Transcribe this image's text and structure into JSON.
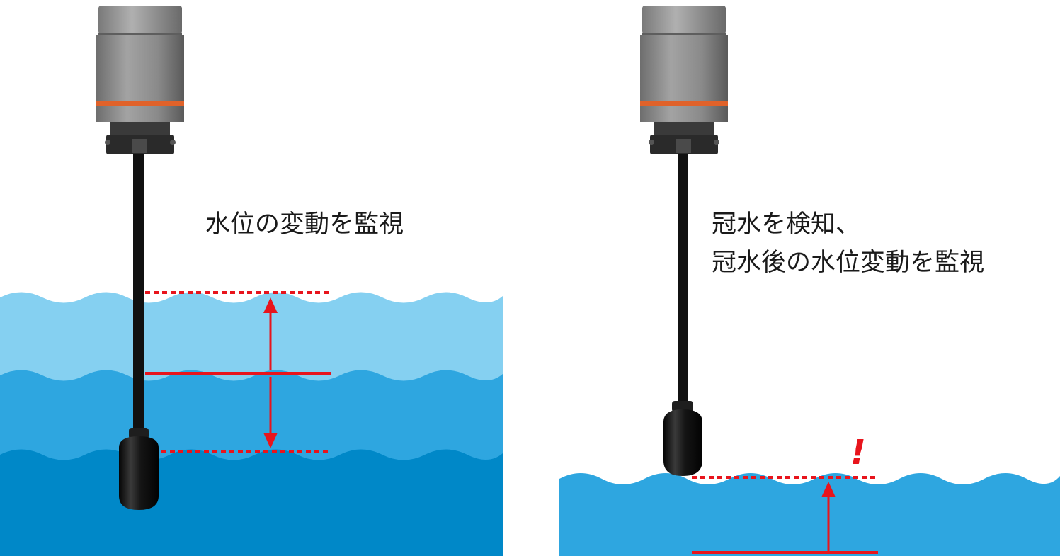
{
  "panels": {
    "left": {
      "caption_lines": [
        "水位の変動を監視"
      ]
    },
    "right": {
      "caption_lines": [
        "冠水を検知、",
        "冠水後の水位変動を監視"
      ],
      "alert_mark": "!"
    }
  },
  "colors": {
    "water_light": "#85d0f1",
    "water_mid": "#2ea6e0",
    "water_deep": "#0088c8",
    "marker_red": "#e8141c",
    "sensor_body": "#8c8c8c",
    "sensor_band": "#e0622a",
    "cable": "#111111",
    "probe": "#141414"
  },
  "icons": {
    "sensor_unit": "water-level-sensor-icon",
    "probe": "pressure-probe-icon",
    "alert": "exclamation-icon"
  }
}
